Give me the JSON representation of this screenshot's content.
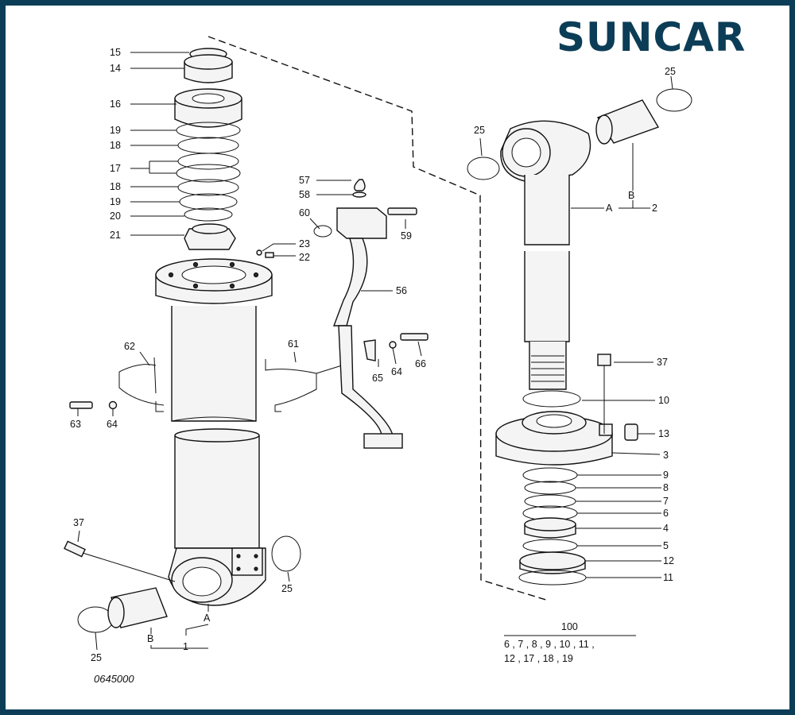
{
  "brand": {
    "logo_text": "SUNCAR",
    "logo_color": "#0c3d57",
    "accent_color": "#1a9fd8"
  },
  "drawing_code": "0645000",
  "labels": {
    "p15": "15",
    "p14": "14",
    "p16": "16",
    "p19a": "19",
    "p18a": "18",
    "p17": "17",
    "p18b": "18",
    "p19b": "19",
    "p20": "20",
    "p21": "21",
    "p23": "23",
    "p22": "22",
    "p57": "57",
    "p58": "58",
    "p60": "60",
    "p59": "59",
    "p56": "56",
    "p62": "62",
    "p61": "61",
    "p63": "63",
    "p64a": "64",
    "p65": "65",
    "p64b": "64",
    "p66": "66",
    "p37a": "37",
    "p25a": "25",
    "p25b": "25",
    "pA1": "A",
    "pB1": "B",
    "p1": "1",
    "p25c": "25",
    "p25d": "25",
    "pB2": "B",
    "pA2": "A",
    "p2": "2",
    "p37b": "37",
    "p10": "10",
    "p13": "13",
    "p3": "3",
    "p9": "9",
    "p8": "8",
    "p7": "7",
    "p6": "6",
    "p4": "4",
    "p5": "5",
    "p12": "12",
    "p11": "11"
  },
  "kit": {
    "number": "100",
    "line1": "6 , 7 , 8 , 9 , 10 , 11 ,",
    "line2": "12 , 17 , 18 , 19"
  }
}
